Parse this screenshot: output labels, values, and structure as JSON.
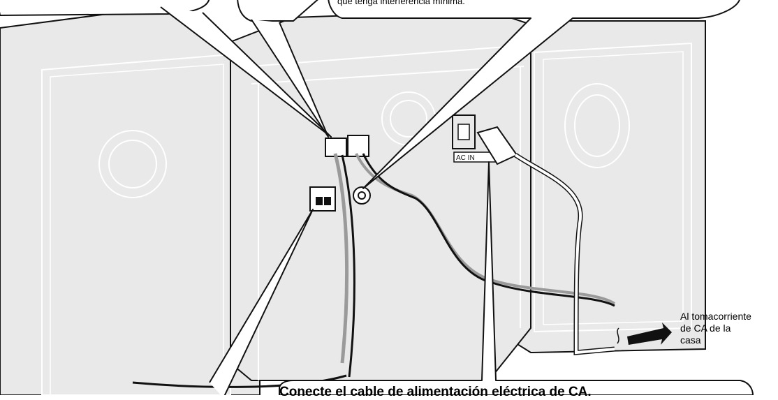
{
  "callouts": {
    "top_right_partial": "que tenga interferencia mínima.",
    "outlet_lines": [
      "Al tomacorriente",
      "de CA de la",
      "casa"
    ],
    "bottom_title": "Conecte el cable de alimentación eléctrica de CA."
  },
  "panel_labels": {
    "ac_in": "AC IN"
  },
  "colors": {
    "stroke": "#111111",
    "unit_fill": "#e9e9e9",
    "callout_fill": "#ffffff",
    "cable_gray": "#9a9a9a"
  }
}
